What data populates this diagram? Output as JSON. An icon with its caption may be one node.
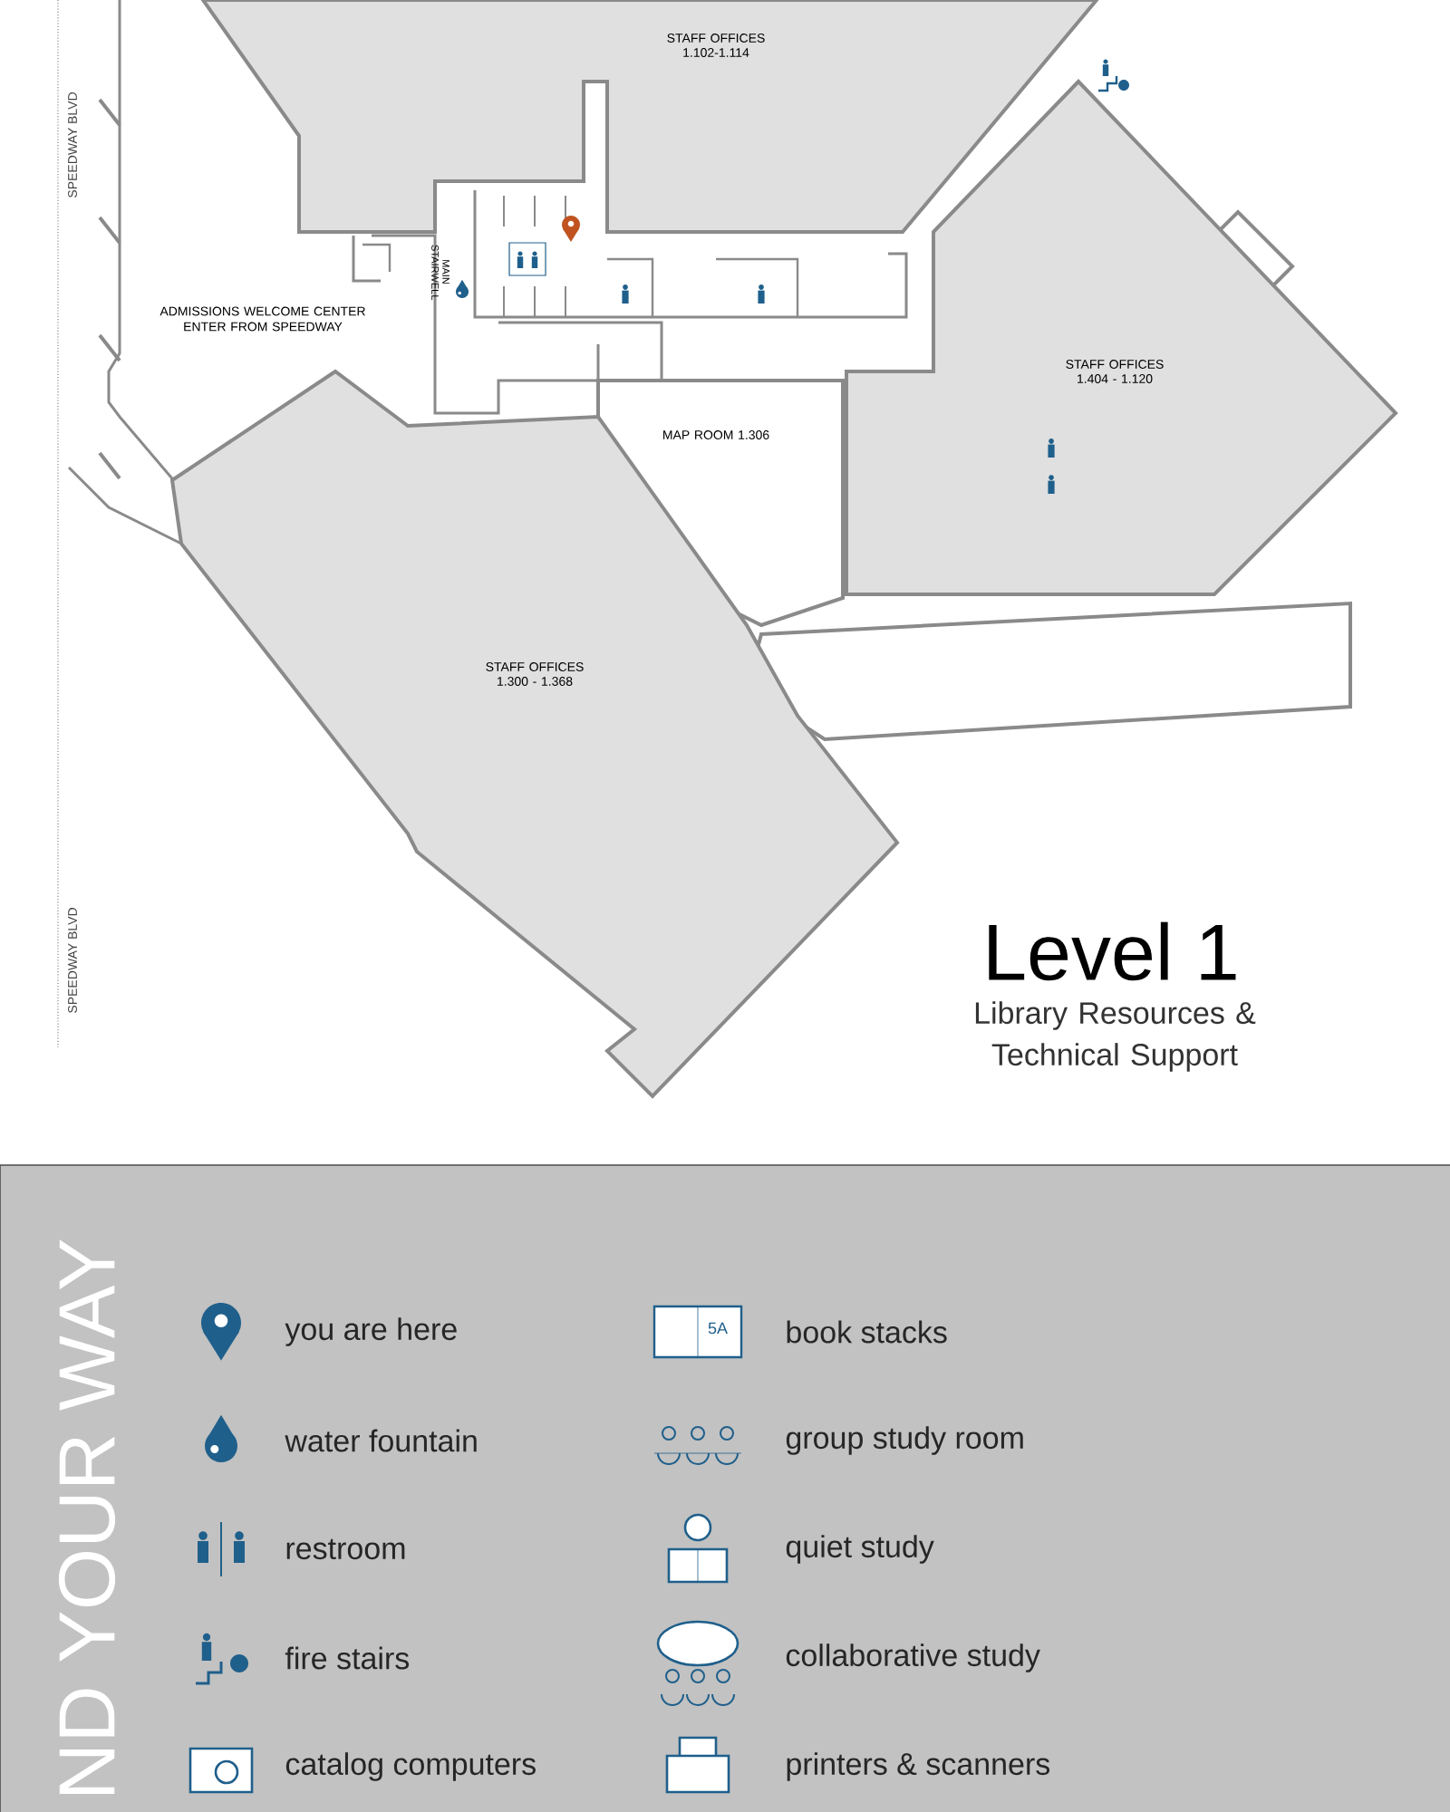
{
  "diagram": {
    "title": "Level 1",
    "nodes": [
      {
        "text": [
          "STAFF OFFICES 1.102-1.114"
        ]
      },
      {
        "text": [
          "MAP ROOM 1.306"
        ]
      },
      {
        "text": [
          "STAFF OFFICES 1.404 - 1.120"
        ]
      },
      {
        "text": [
          "STAFF OFFICES 1.300 - 1.368"
        ]
      }
    ],
    "labels": [
      "SPEEDWAY BLVD",
      "MAIN STAIRWELL",
      "ADMISSIONS WELCOME CENTER ENTER FROM SPEEDWAY",
      "SPEEDWAY BLVD",
      "Library Resources & Technical Support",
      "ND YOUR WAY",
      "5A"
    ],
    "legend": [
      {
        "text": "you are here"
      },
      {
        "text": "water fountain"
      },
      {
        "text": "restroom"
      },
      {
        "text": "fire stairs"
      },
      {
        "text": "catalog computers"
      },
      {
        "text": "book stacks"
      },
      {
        "text": "group study room"
      },
      {
        "text": "quiet study"
      },
      {
        "text": "collaborative study"
      },
      {
        "text": "printers & scanners"
      }
    ]
  }
}
